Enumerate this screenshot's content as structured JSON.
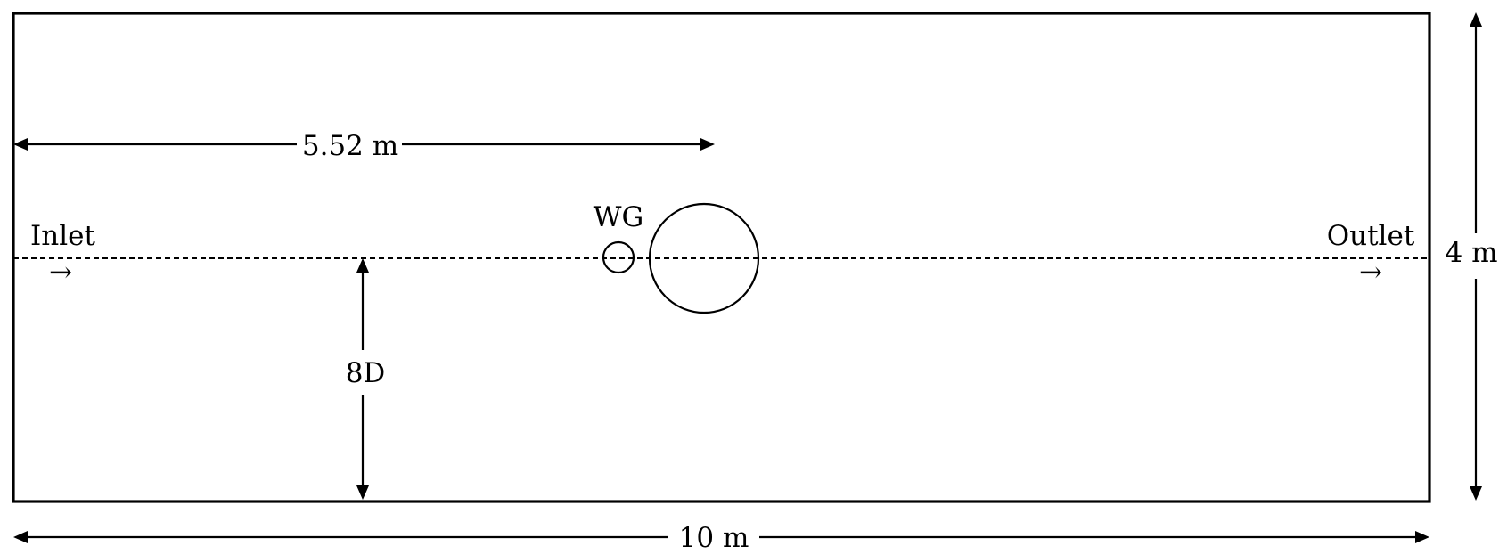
{
  "labels": {
    "inlet": "Inlet",
    "outlet": "Outlet",
    "flow_arrow": "→",
    "wave_gauge": "WG",
    "distance_to_cylinder": "5.52 m",
    "distance_to_bottom": "8D",
    "domain_height": "4 m",
    "domain_length": "10 m"
  },
  "colors": {
    "stroke": "#000000",
    "background": "#ffffff"
  }
}
